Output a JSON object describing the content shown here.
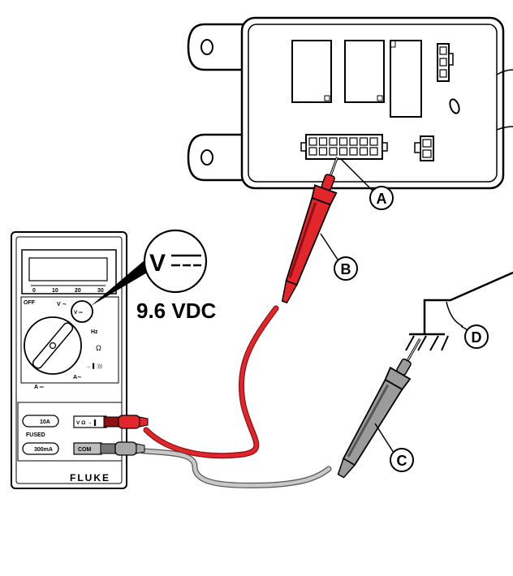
{
  "meter": {
    "brand": "FLUKE",
    "scale_ticks": [
      "0",
      "10",
      "20",
      "30"
    ],
    "dial_labels": {
      "off": "OFF",
      "v_ac": "V ∼",
      "v_dc": "V ═",
      "hz": "Hz",
      "ohm": "Ω",
      "diode": "→▐ ·)))",
      "a_dc": "A ═",
      "a_ac": "A∼"
    },
    "jacks": {
      "a10": "10A",
      "fused": "FUSED",
      "ma300": "300mA",
      "v_ohm": "V Ω →▐",
      "com": "COM"
    },
    "zoom_symbol": "V",
    "reading": "9.6 VDC"
  },
  "callouts": {
    "a": "A",
    "b": "B",
    "c": "C",
    "d": "D"
  },
  "colors": {
    "red_probe": "#e3262c",
    "red_probe_dark": "#8c1014",
    "gray_probe": "#9b9b9b",
    "gray_probe_dark": "#555555",
    "line": "#000000"
  }
}
